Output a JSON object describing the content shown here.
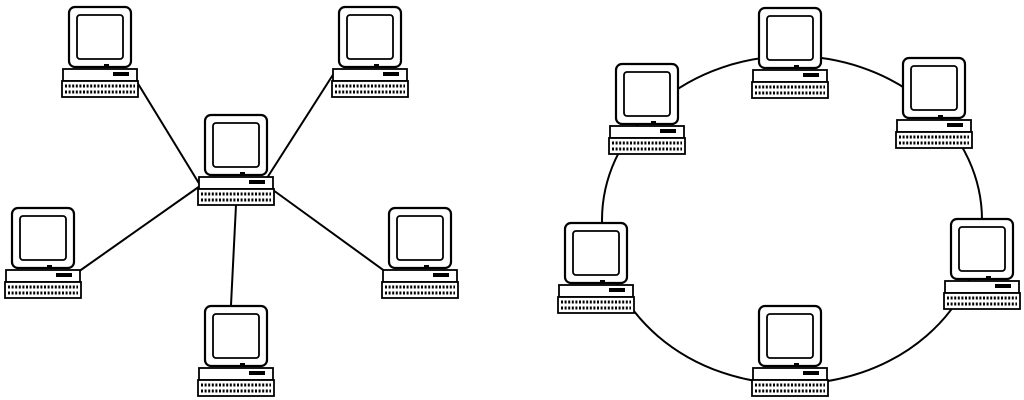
{
  "diagrams": [
    {
      "topology": "star",
      "nodes": [
        "pc-top-left",
        "pc-top-right",
        "pc-center-hub",
        "pc-mid-left",
        "pc-mid-right",
        "pc-bottom"
      ],
      "links": [
        [
          "pc-center-hub",
          "pc-top-left"
        ],
        [
          "pc-center-hub",
          "pc-top-right"
        ],
        [
          "pc-center-hub",
          "pc-mid-left"
        ],
        [
          "pc-center-hub",
          "pc-mid-right"
        ],
        [
          "pc-center-hub",
          "pc-bottom"
        ]
      ]
    },
    {
      "topology": "ring",
      "nodes": [
        "pc-top",
        "pc-top-right",
        "pc-right",
        "pc-bottom",
        "pc-left",
        "pc-top-left"
      ],
      "links": "ring"
    }
  ],
  "icons": {
    "node": "desktop-computer-icon"
  }
}
